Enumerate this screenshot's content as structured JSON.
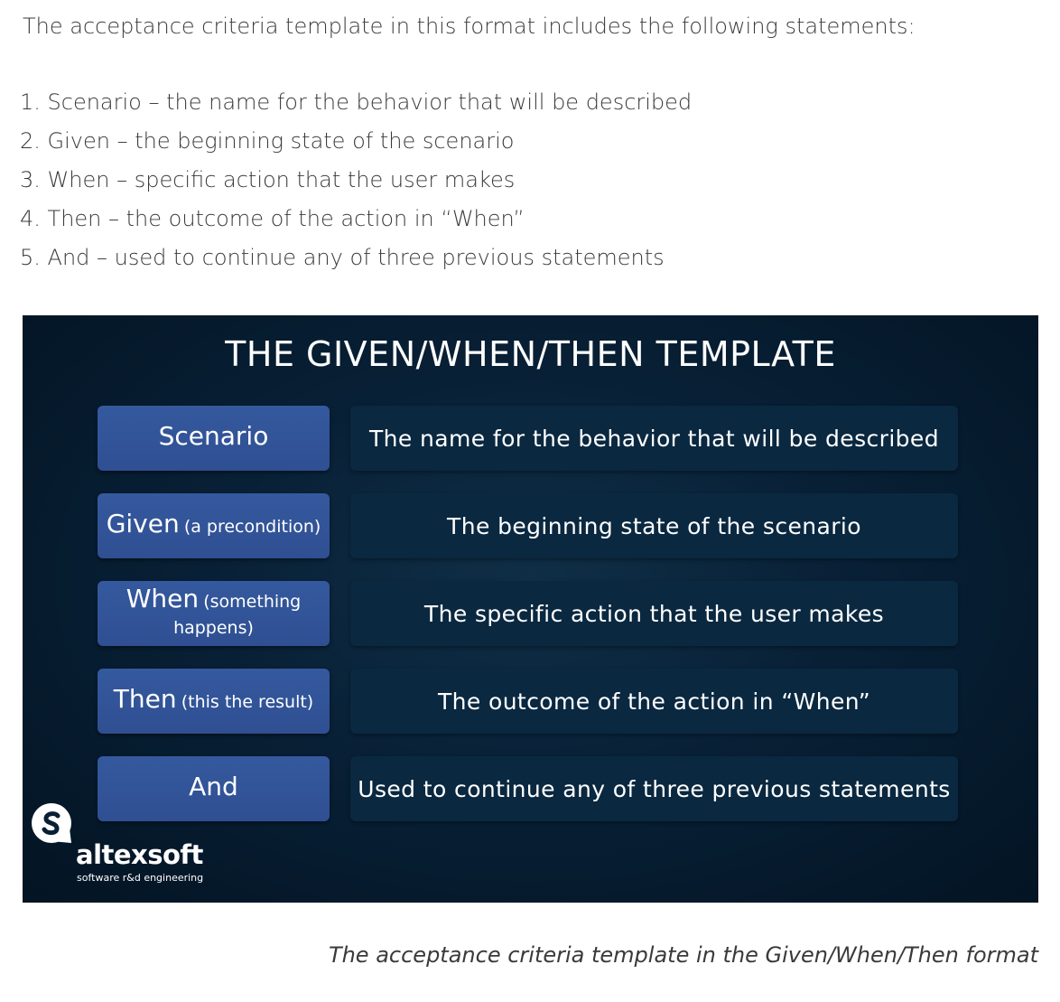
{
  "intro_text": "The acceptance criteria template in this format includes the following statements:",
  "statements": [
    "1. Scenario – the name for the behavior that will be described",
    "2. Given – the beginning state of the scenario",
    "3. When – specific action that the user makes",
    "4. Then – the outcome of the action in “When”",
    "5. And – used to continue any of three previous statements"
  ],
  "figure": {
    "title": "THE GIVEN/WHEN/THEN TEMPLATE",
    "rows": [
      {
        "term": "Scenario",
        "term_note": "",
        "description": "The name for the behavior that will be described"
      },
      {
        "term": "Given",
        "term_note": "(a precondition)",
        "description": "The beginning state of the scenario"
      },
      {
        "term": "When",
        "term_note": "(something happens)",
        "description": "The specific action that the user makes"
      },
      {
        "term": "Then",
        "term_note": "(this the result)",
        "description": "The outcome of the action in “When”"
      },
      {
        "term": "And",
        "term_note": "",
        "description": "Used to continue any of three previous statements"
      }
    ],
    "logo": {
      "name": "altexsoft",
      "tagline": "software r&d engineering",
      "icon": "altexsoft-logo-icon"
    },
    "colors": {
      "background": "#082036",
      "term_box": "#2f4f92",
      "description_box": "#0a2840",
      "text": "#ffffff"
    }
  },
  "caption": "The acceptance criteria template in the Given/When/Then format"
}
